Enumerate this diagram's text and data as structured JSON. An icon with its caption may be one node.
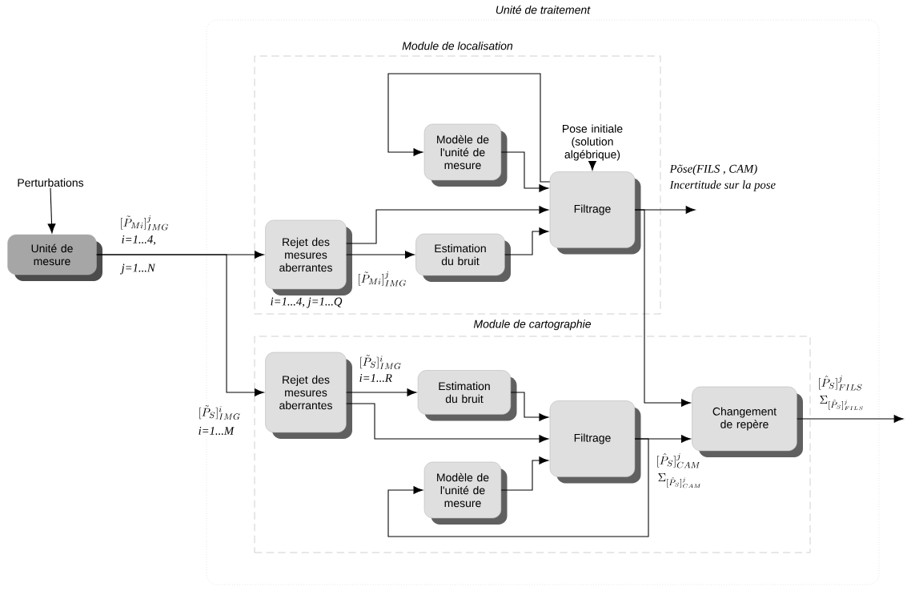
{
  "diagram": {
    "nodes": [
      {
        "text": [
          "Unité de traitement"
        ]
      },
      {
        "text": [
          "Module de localisation"
        ],
        "in": 0
      },
      {
        "text": [
          "Module de cartographie"
        ],
        "in": 0
      },
      {
        "text": [
          "Perturbations"
        ]
      },
      {
        "text": [
          "Unité de mesure"
        ]
      },
      {
        "text": [
          "Rejet des mesures aberrantes"
        ],
        "in": 1
      },
      {
        "text": [
          "Modèle de l'unité de mesure"
        ],
        "in": 1
      },
      {
        "text": [
          "Estimation du bruit"
        ],
        "in": 1
      },
      {
        "text": [
          "Pose initiale (solution algébrique)"
        ],
        "in": 1
      },
      {
        "text": [
          "Filtrage"
        ],
        "in": 1
      },
      {
        "text": [
          "Rejet des mesures aberrantes"
        ],
        "in": 2
      },
      {
        "text": [
          "Estimation du bruit"
        ],
        "in": 2
      },
      {
        "text": [
          "Modèle de l'unité de mesure"
        ],
        "in": 2
      },
      {
        "text": [
          "Filtrage"
        ],
        "in": 2
      },
      {
        "text": [
          "Changement de repère"
        ],
        "in": 2
      }
    ],
    "edges": [
      {
        "from": 3,
        "to": 4,
        "arrow": "to"
      },
      {
        "from": 4,
        "to": 5,
        "arrow": "to"
      },
      {
        "from": 4,
        "to": 10,
        "arrow": "to"
      },
      {
        "from": 5,
        "to": 7,
        "arrow": "to"
      },
      {
        "from": 5,
        "to": 9,
        "arrow": "to"
      },
      {
        "from": 6,
        "to": 9,
        "arrow": "to"
      },
      {
        "from": 7,
        "to": 9,
        "arrow": "to"
      },
      {
        "from": 8,
        "to": 9,
        "arrow": "to"
      },
      {
        "from": 9,
        "to": 6,
        "arrow": "to"
      },
      {
        "from": 9,
        "to": null,
        "arrow": "to"
      },
      {
        "from": 9,
        "to": 14,
        "arrow": "to"
      },
      {
        "from": 10,
        "to": 11,
        "arrow": "to"
      },
      {
        "from": 10,
        "to": 13,
        "arrow": "to"
      },
      {
        "from": 11,
        "to": 13,
        "arrow": "to"
      },
      {
        "from": 12,
        "to": 13,
        "arrow": "to"
      },
      {
        "from": 13,
        "to": 12,
        "arrow": "to"
      },
      {
        "from": 13,
        "to": 14,
        "arrow": "to"
      },
      {
        "from": 14,
        "to": null,
        "arrow": "to"
      }
    ],
    "labels": [
      "[\\tilde{P}_{Mi}]^{j}_{IMG}",
      "i=1...4,",
      "j=1...N",
      "Põse(FILS , CAM)",
      "Incertitude sur la pose",
      "[\\tilde{P}_{Mi}]^{j}_{IMG}",
      "i=1...4, j=1...Q",
      "[\\tilde{P}_{S}]^{i}_{IMG}",
      "i=1...R",
      "[\\tilde{P}_{S}]^{i}_{IMG}",
      "i=1...M",
      "[\\hat{P}_{S}]^{j}_{FILS}",
      "\\Sigma_{[\\hat{P}_{S}]^{j}_{FILS}}",
      "[\\hat{P}_{S}]^{j}_{CAM}",
      "\\Sigma_{[\\hat{P}_{S}]^{j}_{CAM}}"
    ]
  }
}
